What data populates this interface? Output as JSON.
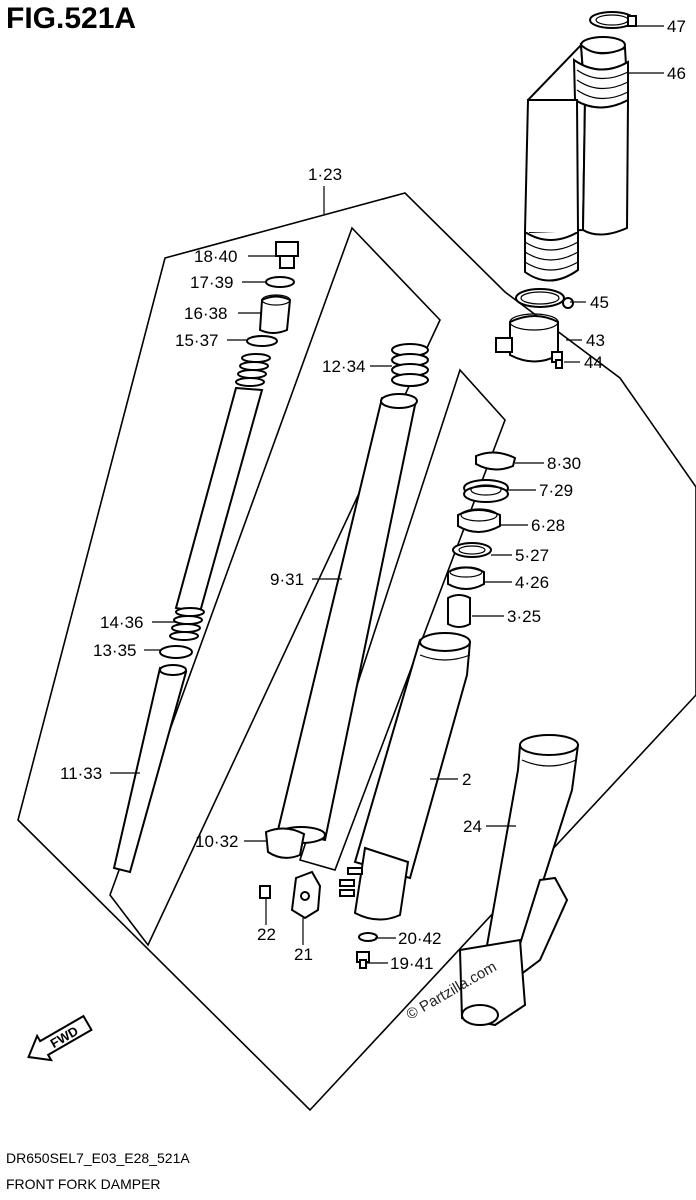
{
  "figure": {
    "title": "FIG.521A",
    "code": "DR650SEL7_E03_E28_521A",
    "name": "FRONT FORK DAMPER",
    "copyright": "© Partzilla.com",
    "fwd": "FWD"
  },
  "callouts": {
    "c1_23": "1·23",
    "c2": "2",
    "c3_25": "3·25",
    "c4_26": "4·26",
    "c5_27": "5·27",
    "c6_28": "6·28",
    "c7_29": "7·29",
    "c8_30": "8·30",
    "c9_31": "9·31",
    "c10_32": "10·32",
    "c11_33": "11·33",
    "c12_34": "12·34",
    "c13_35": "13·35",
    "c14_36": "14·36",
    "c15_37": "15·37",
    "c16_38": "16·38",
    "c17_39": "17·39",
    "c18_40": "18·40",
    "c19_41": "19·41",
    "c20_42": "20·42",
    "c21": "21",
    "c22": "22",
    "c24": "24",
    "c43": "43",
    "c44": "44",
    "c45": "45",
    "c46": "46",
    "c47": "47"
  }
}
